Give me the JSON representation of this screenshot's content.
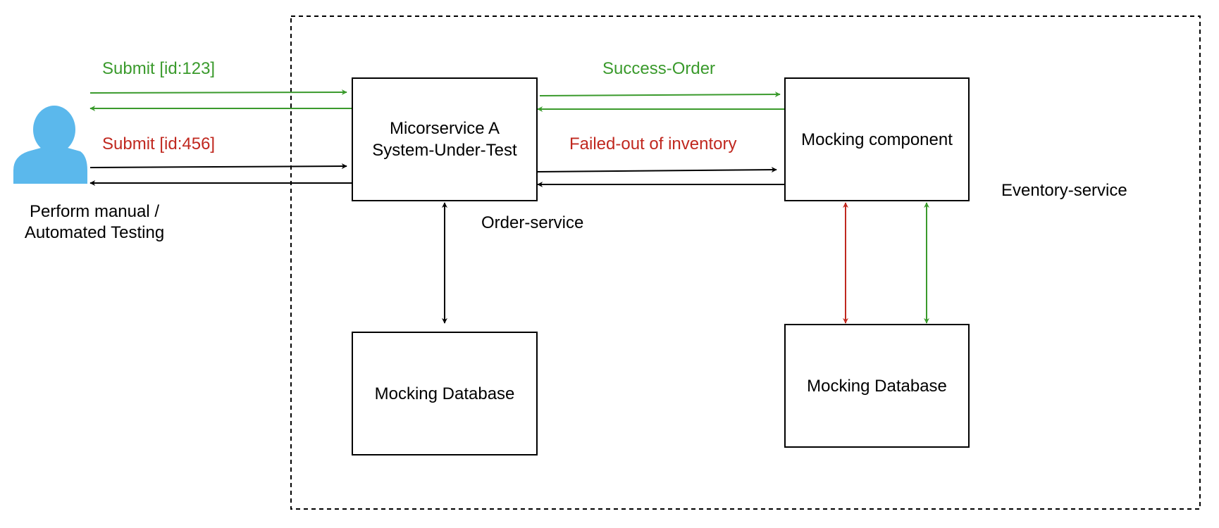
{
  "colors": {
    "green": "#3a9a2c",
    "red": "#c0281f",
    "black": "#000000",
    "user_icon": "#5bb8ec"
  },
  "user": {
    "icon": "user-icon",
    "caption": "Perform manual /\nAutomated Testing"
  },
  "labels": {
    "submit_123": "Submit [id:123]",
    "submit_456": "Submit [id:456]",
    "success_order": "Success-Order",
    "failed_inventory": "Failed-out of inventory",
    "order_service": "Order-service",
    "eventory_service": "Eventory-service"
  },
  "boxes": {
    "service_a": "Micorservice A\nSystem-Under-Test",
    "db_left": "Mocking Database",
    "mocking_component": "Mocking component",
    "db_right": "Mocking Database"
  }
}
